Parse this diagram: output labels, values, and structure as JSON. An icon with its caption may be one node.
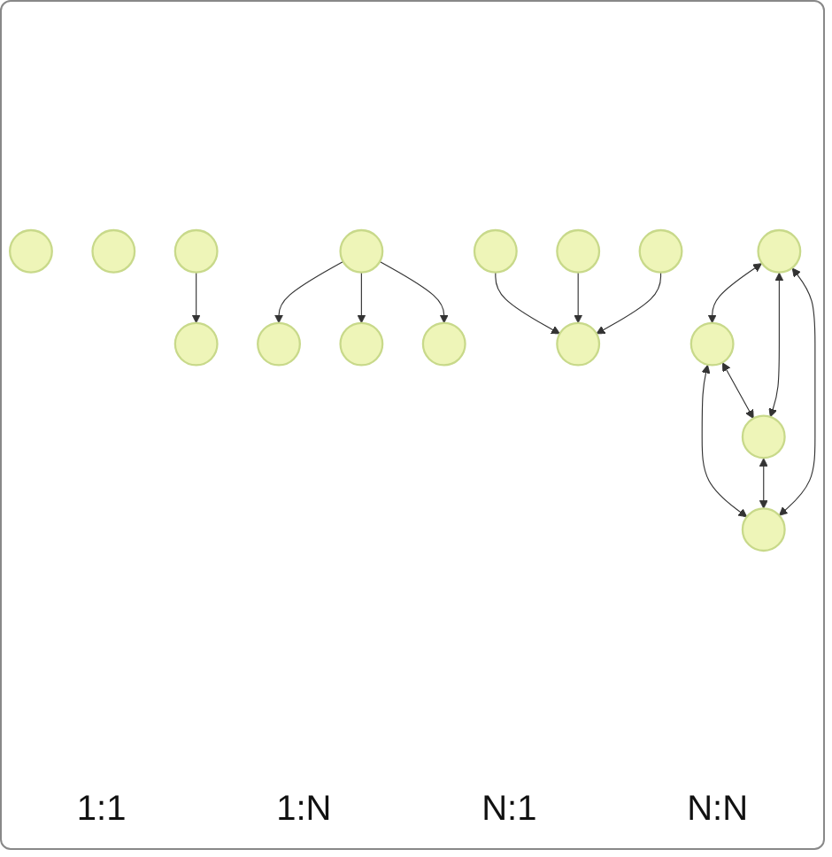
{
  "diagram": {
    "nodes": [
      {
        "text": [],
        "shape": "circle"
      },
      {
        "text": [],
        "shape": "circle"
      },
      {
        "text": [],
        "shape": "circle"
      },
      {
        "text": [],
        "shape": "circle"
      },
      {
        "text": [],
        "shape": "circle"
      },
      {
        "text": [],
        "shape": "circle"
      },
      {
        "text": [],
        "shape": "circle"
      },
      {
        "text": [],
        "shape": "circle"
      },
      {
        "text": [],
        "shape": "circle"
      },
      {
        "text": [],
        "shape": "circle"
      },
      {
        "text": [],
        "shape": "circle"
      },
      {
        "text": [],
        "shape": "circle"
      },
      {
        "text": [],
        "shape": "circle"
      },
      {
        "text": [],
        "shape": "circle"
      },
      {
        "text": [],
        "shape": "circle"
      },
      {
        "text": [],
        "shape": "circle"
      }
    ],
    "edges": [
      {
        "from": 2,
        "to": 3,
        "arrow": "to"
      },
      {
        "from": 6,
        "to": 4,
        "arrow": "to"
      },
      {
        "from": 6,
        "to": 5,
        "arrow": "to"
      },
      {
        "from": 6,
        "to": 7,
        "arrow": "to"
      },
      {
        "from": 8,
        "to": 10,
        "arrow": "to"
      },
      {
        "from": 9,
        "to": 10,
        "arrow": "to"
      },
      {
        "from": 11,
        "to": 10,
        "arrow": "to"
      },
      {
        "from": 12,
        "to": 13,
        "arrow": "both"
      },
      {
        "from": 12,
        "to": 14,
        "arrow": "both"
      },
      {
        "from": 13,
        "to": 15,
        "arrow": "both"
      },
      {
        "from": 14,
        "to": 15,
        "arrow": "both"
      },
      {
        "from": 12,
        "to": 15,
        "arrow": "both"
      },
      {
        "from": 13,
        "to": 14,
        "arrow": "both"
      }
    ],
    "labels": [
      "1:1",
      "1:N",
      "N:1",
      "N:N"
    ]
  }
}
